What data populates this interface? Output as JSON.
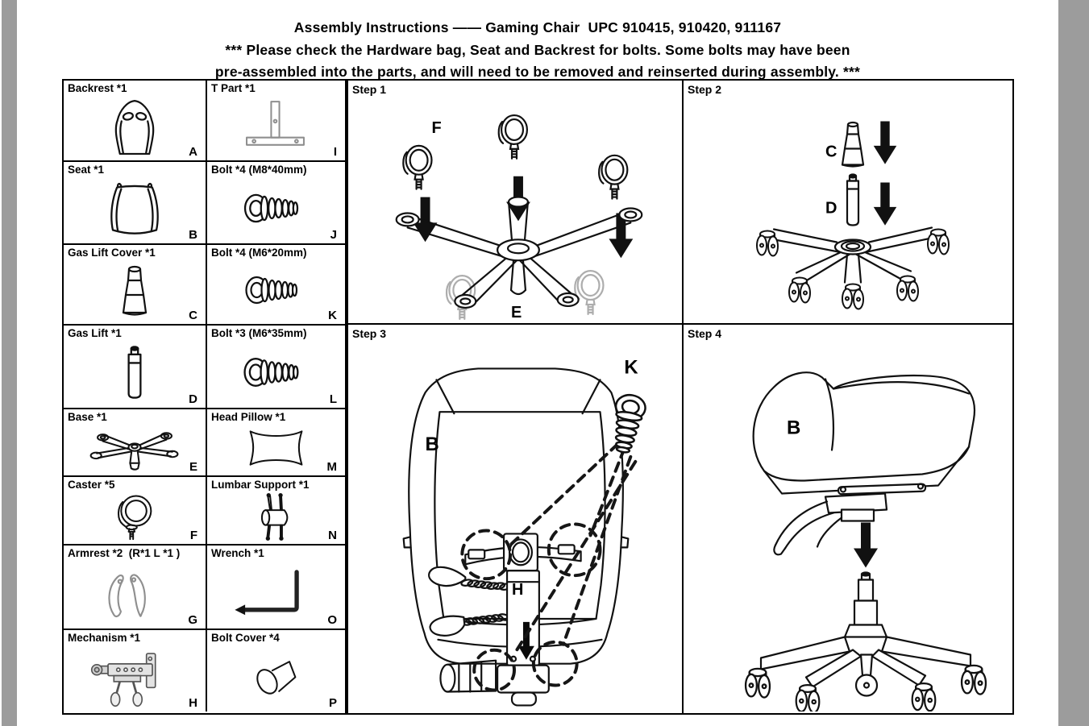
{
  "colors": {
    "surround": "#9c9c9c",
    "page": "#ffffff",
    "line": "#000000"
  },
  "header": {
    "title": "Assembly Instructions —— Gaming Chair  UPC 910415, 910420, 911167",
    "note_line1": "*** Please check the Hardware bag, Seat and Backrest for bolts. Some bolts may have been",
    "note_line2": "pre-assembled into the parts, and will need to be removed and reinserted during assembly. ***"
  },
  "parts": [
    {
      "label": "Backrest *1",
      "letter": "A",
      "icon": "backrest-icon"
    },
    {
      "label": "T Part *1",
      "letter": "I",
      "icon": "t-part-icon"
    },
    {
      "label": "Seat *1",
      "letter": "B",
      "icon": "seat-icon"
    },
    {
      "label": "Bolt *4 (M8*40mm)",
      "letter": "J",
      "icon": "bolt-icon"
    },
    {
      "label": "Gas Lift Cover *1",
      "letter": "C",
      "icon": "gas-lift-cover-icon"
    },
    {
      "label": "Bolt *4 (M6*20mm)",
      "letter": "K",
      "icon": "bolt-icon"
    },
    {
      "label": "Gas Lift *1",
      "letter": "D",
      "icon": "gas-lift-icon"
    },
    {
      "label": "Bolt *3 (M6*35mm)",
      "letter": "L",
      "icon": "bolt-icon"
    },
    {
      "label": "Base *1",
      "letter": "E",
      "icon": "base-icon"
    },
    {
      "label": "Head Pillow *1",
      "letter": "M",
      "icon": "head-pillow-icon"
    },
    {
      "label": "Caster *5",
      "letter": "F",
      "icon": "caster-icon"
    },
    {
      "label": "Lumbar Support *1",
      "letter": "N",
      "icon": "lumbar-support-icon"
    },
    {
      "label": "Armrest *2  (R*1 L *1 )",
      "letter": "G",
      "icon": "armrest-icon"
    },
    {
      "label": "Wrench *1",
      "letter": "O",
      "icon": "wrench-icon"
    },
    {
      "label": "Mechanism *1",
      "letter": "H",
      "icon": "mechanism-icon"
    },
    {
      "label": "Bolt Cover *4",
      "letter": "P",
      "icon": "bolt-cover-icon"
    }
  ],
  "steps": [
    {
      "title": "Step 1",
      "annotations": {
        "caster": "F",
        "base": "E"
      }
    },
    {
      "title": "Step 2",
      "annotations": {
        "cover": "C",
        "lift": "D"
      }
    },
    {
      "title": "Step 3",
      "annotations": {
        "bolt": "K",
        "seat": "B",
        "mechanism": "H"
      }
    },
    {
      "title": "Step 4",
      "annotations": {
        "seat": "B"
      }
    }
  ]
}
